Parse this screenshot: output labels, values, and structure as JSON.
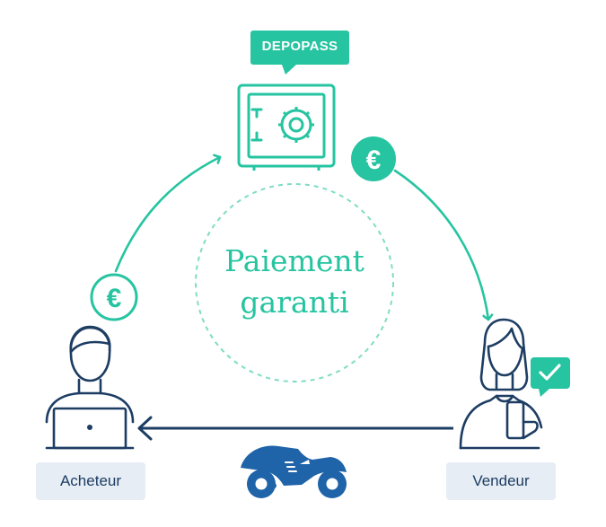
{
  "badge": {
    "label": "DEPOPASS"
  },
  "center": {
    "line1": "Paiement",
    "line2": "garanti"
  },
  "buyer": {
    "label": "Acheteur"
  },
  "seller": {
    "label": "Vendeur"
  },
  "icons": {
    "currency": "euro-icon",
    "vault": "safe-icon",
    "check": "checkmark-icon",
    "vehicle": "motorcycle-icon"
  },
  "colors": {
    "accent": "#26c4a0",
    "navy": "#1d3d63",
    "moto_blue": "#1f63a8",
    "tag_bg": "#e6edf4"
  }
}
